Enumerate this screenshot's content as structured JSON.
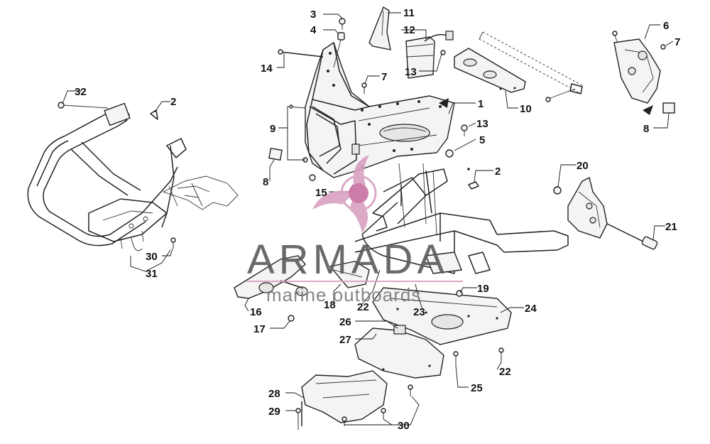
{
  "callouts": [
    {
      "id": "c3",
      "label": "3"
    },
    {
      "id": "c4",
      "label": "4"
    },
    {
      "id": "c11",
      "label": "11"
    },
    {
      "id": "c12",
      "label": "12"
    },
    {
      "id": "c13a",
      "label": "13"
    },
    {
      "id": "c14",
      "label": "14"
    },
    {
      "id": "c7a",
      "label": "7"
    },
    {
      "id": "c6",
      "label": "6"
    },
    {
      "id": "c7b",
      "label": "7"
    },
    {
      "id": "c10",
      "label": "10"
    },
    {
      "id": "c1",
      "label": "1"
    },
    {
      "id": "c13b",
      "label": "13"
    },
    {
      "id": "c5",
      "label": "5"
    },
    {
      "id": "c8a",
      "label": "8"
    },
    {
      "id": "c9",
      "label": "9"
    },
    {
      "id": "c8b",
      "label": "8"
    },
    {
      "id": "c32",
      "label": "32"
    },
    {
      "id": "c2a",
      "label": "2"
    },
    {
      "id": "c2b",
      "label": "2"
    },
    {
      "id": "c15",
      "label": "15"
    },
    {
      "id": "c20",
      "label": "20"
    },
    {
      "id": "c21",
      "label": "21"
    },
    {
      "id": "c30a",
      "label": "30"
    },
    {
      "id": "c31",
      "label": "31"
    },
    {
      "id": "c19",
      "label": "19"
    },
    {
      "id": "c24",
      "label": "24"
    },
    {
      "id": "c16",
      "label": "16"
    },
    {
      "id": "c17",
      "label": "17"
    },
    {
      "id": "c18",
      "label": "18"
    },
    {
      "id": "c22a",
      "label": "22"
    },
    {
      "id": "c23",
      "label": "23"
    },
    {
      "id": "c26",
      "label": "26"
    },
    {
      "id": "c27",
      "label": "27"
    },
    {
      "id": "c22b",
      "label": "22"
    },
    {
      "id": "c25",
      "label": "25"
    },
    {
      "id": "c28",
      "label": "28"
    },
    {
      "id": "c29",
      "label": "29"
    },
    {
      "id": "c30b",
      "label": "30"
    }
  ],
  "watermark": {
    "brand": "ARMADA",
    "tagline": "marine outboards",
    "logo_color": "#d9a0c0",
    "logo_accent": "#c86fa0"
  }
}
